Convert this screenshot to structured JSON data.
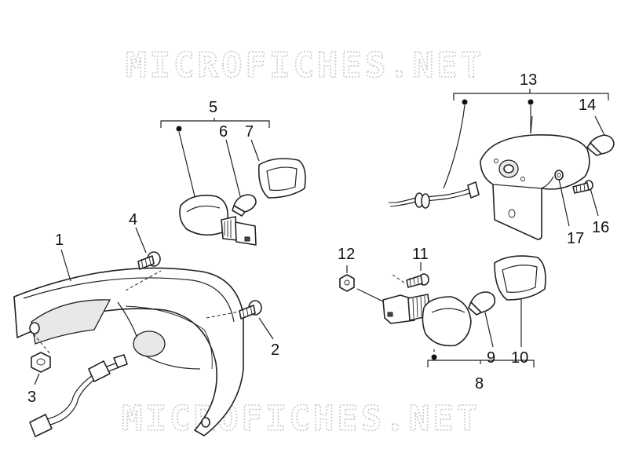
{
  "watermark": {
    "text_top": "MICROFICHES.NET",
    "text_bottom": "MICROFICHES.NET"
  },
  "callouts": {
    "n1": "1",
    "n2": "2",
    "n3": "3",
    "n4": "4",
    "n5": "5",
    "n6": "6",
    "n7": "7",
    "n8": "8",
    "n9": "9",
    "n10": "10",
    "n11": "11",
    "n12": "12",
    "n13": "13",
    "n14": "14",
    "n16": "16",
    "n17": "17"
  },
  "colors": {
    "ink": "#222222",
    "watermark": "#c9c9c9",
    "background": "#ffffff"
  }
}
